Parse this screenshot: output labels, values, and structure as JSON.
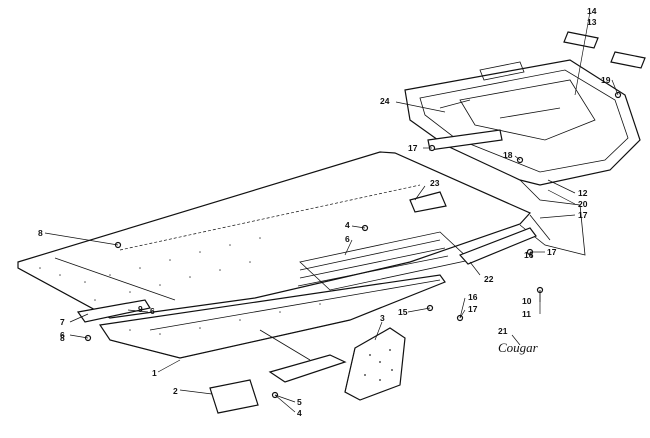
{
  "callouts": [
    {
      "id": "c1",
      "text": "1"
    },
    {
      "id": "c2",
      "text": "2"
    },
    {
      "id": "c3",
      "text": "3"
    },
    {
      "id": "c4a",
      "text": "4"
    },
    {
      "id": "c4b",
      "text": "4"
    },
    {
      "id": "c5",
      "text": "5"
    },
    {
      "id": "c6a",
      "text": "6"
    },
    {
      "id": "c6b",
      "text": "6"
    },
    {
      "id": "c6c",
      "text": "6"
    },
    {
      "id": "c7",
      "text": "7"
    },
    {
      "id": "c8a",
      "text": "8"
    },
    {
      "id": "c8b",
      "text": "8"
    },
    {
      "id": "c9",
      "text": "9"
    },
    {
      "id": "c10",
      "text": "10"
    },
    {
      "id": "c11",
      "text": "11"
    },
    {
      "id": "c12",
      "text": "12"
    },
    {
      "id": "c13",
      "text": "13"
    },
    {
      "id": "c14",
      "text": "14"
    },
    {
      "id": "c15",
      "text": "15"
    },
    {
      "id": "c16a",
      "text": "16"
    },
    {
      "id": "c16b",
      "text": "16"
    },
    {
      "id": "c17a",
      "text": "17"
    },
    {
      "id": "c17b",
      "text": "17"
    },
    {
      "id": "c17c",
      "text": "17"
    },
    {
      "id": "c17d",
      "text": "17"
    },
    {
      "id": "c18",
      "text": "18"
    },
    {
      "id": "c19",
      "text": "19"
    },
    {
      "id": "c20",
      "text": "20"
    },
    {
      "id": "c21",
      "text": "21"
    },
    {
      "id": "c22",
      "text": "22"
    },
    {
      "id": "c23",
      "text": "23"
    },
    {
      "id": "c24",
      "text": "24"
    }
  ],
  "decal_script": "Cougar"
}
